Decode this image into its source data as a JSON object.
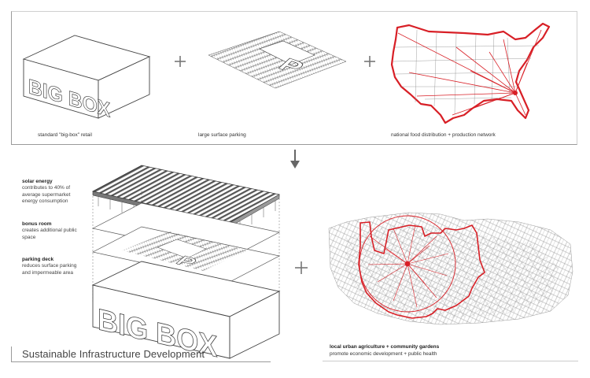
{
  "top_row": {
    "big_box_caption": "standard \"big-box\" retail",
    "parking_caption": "large surface parking",
    "national_caption": "national food distribution + production network",
    "big_box_text": "BIG BOX",
    "parking_letter": "P"
  },
  "notes": {
    "solar_title": "solar energy",
    "solar_body": "contributes to 40% of average supermarket energy consumption",
    "bonus_title": "bonus room",
    "bonus_body": "creates additional public space",
    "parking_title": "parking deck",
    "parking_body": "reduces surface parking and impermeable area"
  },
  "stack": {
    "big_box_text": "BIG BOX",
    "parking_letter": "P"
  },
  "local": {
    "caption_title": "local urban agriculture + community gardens",
    "caption_body": "promote economic development + public health"
  },
  "title": "Sustainable Infrastructure Development",
  "colors": {
    "accent_red": "#d81f26",
    "line_gray": "#555555",
    "frame_gray": "#9a9a9a"
  },
  "icons": [
    "plus-icon",
    "down-arrow-icon"
  ]
}
